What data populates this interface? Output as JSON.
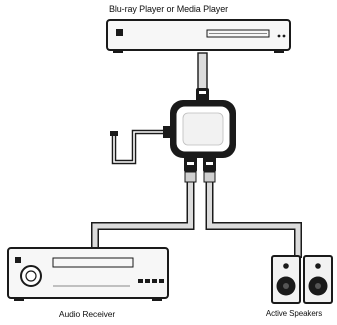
{
  "labels": {
    "media_player": "Blu-ray Player or Media Player",
    "audio_receiver": "Audio Receiver",
    "active_speakers": "Active Speakers"
  },
  "colors": {
    "outline": "#1a1a1a",
    "device_fill": "#f7f7f7",
    "cable_fill": "#dcdcdc",
    "hub_fill": "#ffffff"
  }
}
